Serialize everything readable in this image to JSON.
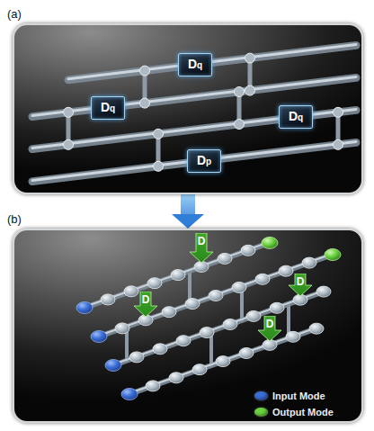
{
  "diagram": {
    "nodes": [
      {
        "text": [
          "(a)"
        ]
      },
      {
        "text": [
          "Dq"
        ],
        "in": 0
      },
      {
        "text": [
          "Dq"
        ],
        "in": 0
      },
      {
        "text": [
          "Dq"
        ],
        "in": 0
      },
      {
        "text": [
          "Dp"
        ],
        "in": 0
      },
      {
        "text": [
          "(b)"
        ]
      },
      {
        "text": [
          "D"
        ],
        "in": 5
      },
      {
        "text": [
          "D"
        ],
        "in": 5
      },
      {
        "text": [
          "D"
        ],
        "in": 5
      },
      {
        "text": [
          "D"
        ],
        "in": 5
      }
    ],
    "edges": [
      {
        "from": 0,
        "to": 5,
        "arrow": "to"
      }
    ],
    "legend": [
      {
        "text": "Input Mode",
        "color": "#3a6fd8"
      },
      {
        "text": "Output Mode",
        "color": "#6ad23e"
      }
    ]
  }
}
